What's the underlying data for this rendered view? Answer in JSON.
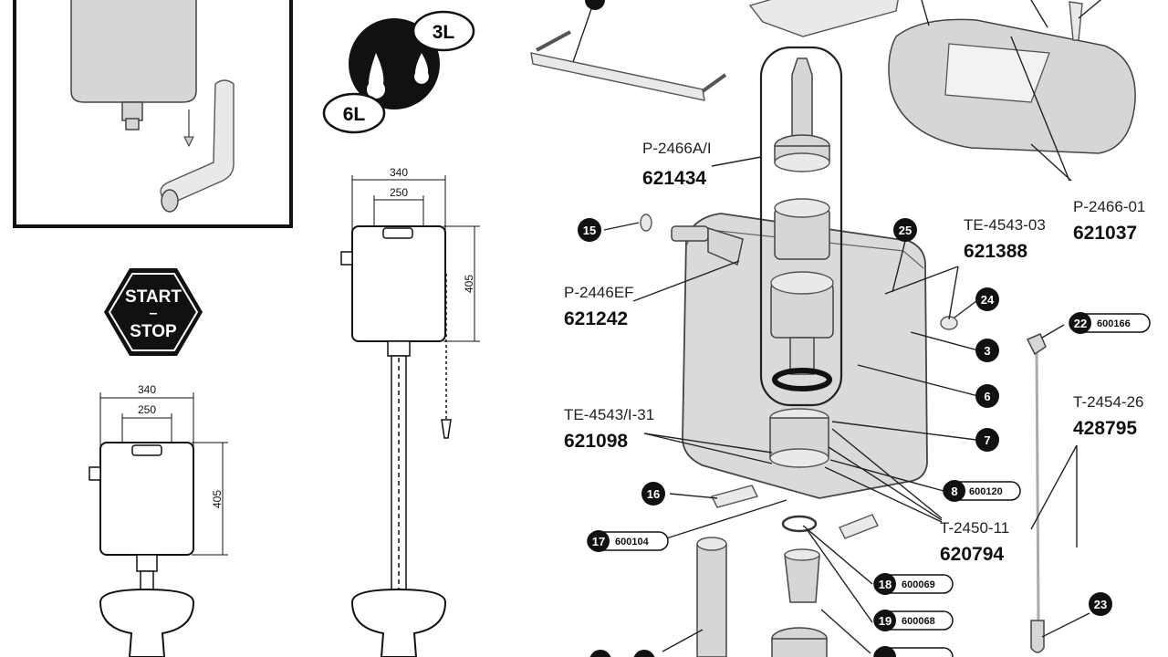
{
  "badges": {
    "volume_large": "6L",
    "volume_small": "3L",
    "start_stop_top": "START",
    "start_stop_dash": "–",
    "start_stop_bottom": "STOP"
  },
  "dimensions": {
    "low_width_outer": "340",
    "low_width_inner": "250",
    "low_height": "405",
    "high_width_outer": "340",
    "high_width_inner": "250",
    "high_height": "405"
  },
  "parts": {
    "p2466a": {
      "ref": "P-2466A/I",
      "code": "621434"
    },
    "p2446ef": {
      "ref": "P-2446EF",
      "code": "621242"
    },
    "te4543i31": {
      "ref": "TE-4543/I-31",
      "code": "621098"
    },
    "te454303": {
      "ref": "TE-4543-03",
      "code": "621388"
    },
    "p246601": {
      "ref": "P-2466-01",
      "code": "621037"
    },
    "t245426": {
      "ref": "T-2454-26",
      "code": "428795"
    },
    "t245011": {
      "ref": "T-2450-11",
      "code": "620794"
    }
  },
  "callouts": {
    "c3": "3",
    "c6": "6",
    "c7": "7",
    "c8": "8",
    "c8_code": "600120",
    "c15": "15",
    "c16": "16",
    "c17": "17",
    "c17_code": "600104",
    "c18": "18",
    "c18_code": "600069",
    "c19": "19",
    "c19_code": "600068",
    "c22": "22",
    "c22_code": "600166",
    "c23": "23",
    "c24": "24",
    "c25": "25"
  }
}
